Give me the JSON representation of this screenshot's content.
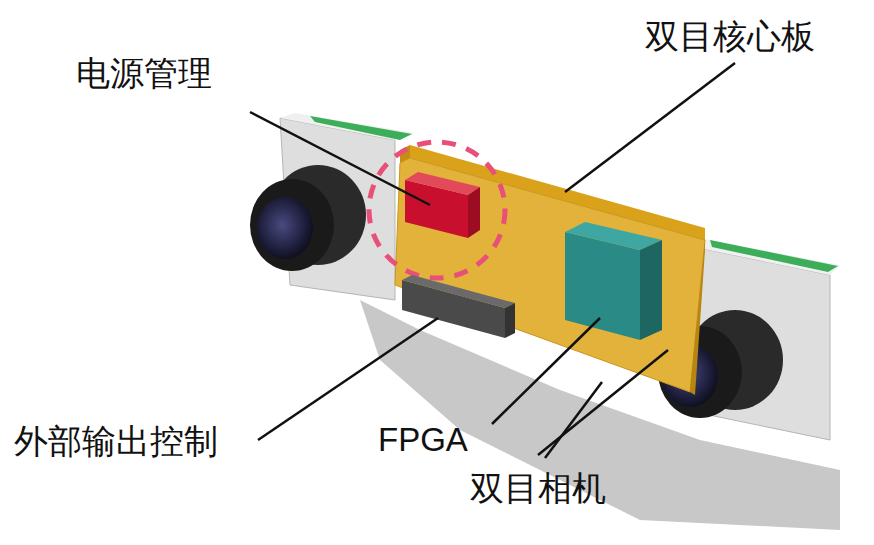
{
  "diagram": {
    "labels": [
      "电源管理",
      "双目核心板",
      "外部输出控制",
      "FPGA",
      "双目相机"
    ]
  }
}
